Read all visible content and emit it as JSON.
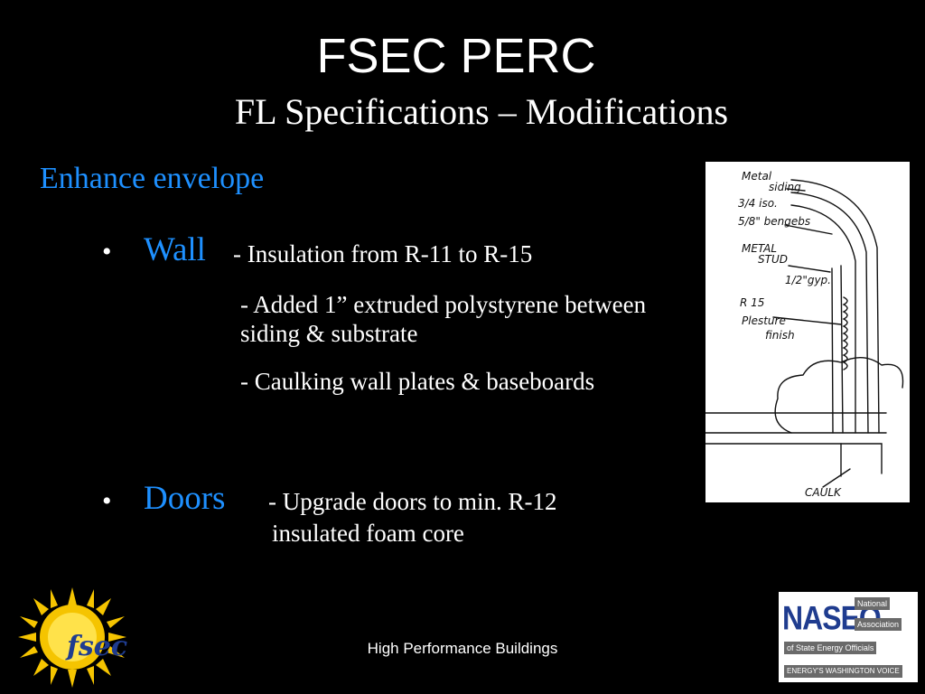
{
  "slide": {
    "title": "FSEC PERC",
    "subtitle": "FL Specifications – Modifications",
    "section": "Enhance envelope",
    "bullet_glyph": "•",
    "bullets": [
      {
        "heading": "Wall",
        "details": [
          "- Insulation from R-11 to R-15",
          "- Added 1” extruded polystyrene between",
          "siding & substrate",
          "- Caulking wall plates & baseboards"
        ]
      },
      {
        "heading": "Doors",
        "details": [
          "- Upgrade doors to min. R-12",
          "insulated foam core"
        ]
      }
    ],
    "footer": "High Performance Buildings"
  },
  "sketch": {
    "labels": [
      "Metal",
      "siding",
      "3/4 iso.",
      "5/8\" bengebs",
      "METAL",
      "STUD",
      "1/2\"gyp.",
      "R 15",
      "Plesture",
      "finish",
      "CAULK"
    ]
  },
  "logos": {
    "fsec": "fsec",
    "naseo": {
      "name": "NASEO",
      "line1": "National",
      "line2": "Association",
      "line3": "of State Energy Officials",
      "line4": "ENERGY'S WASHINGTON VOICE"
    }
  },
  "colors": {
    "background": "#000000",
    "text": "#ffffff",
    "accent": "#1e90ff",
    "naseo_blue": "#1f3c8f"
  }
}
